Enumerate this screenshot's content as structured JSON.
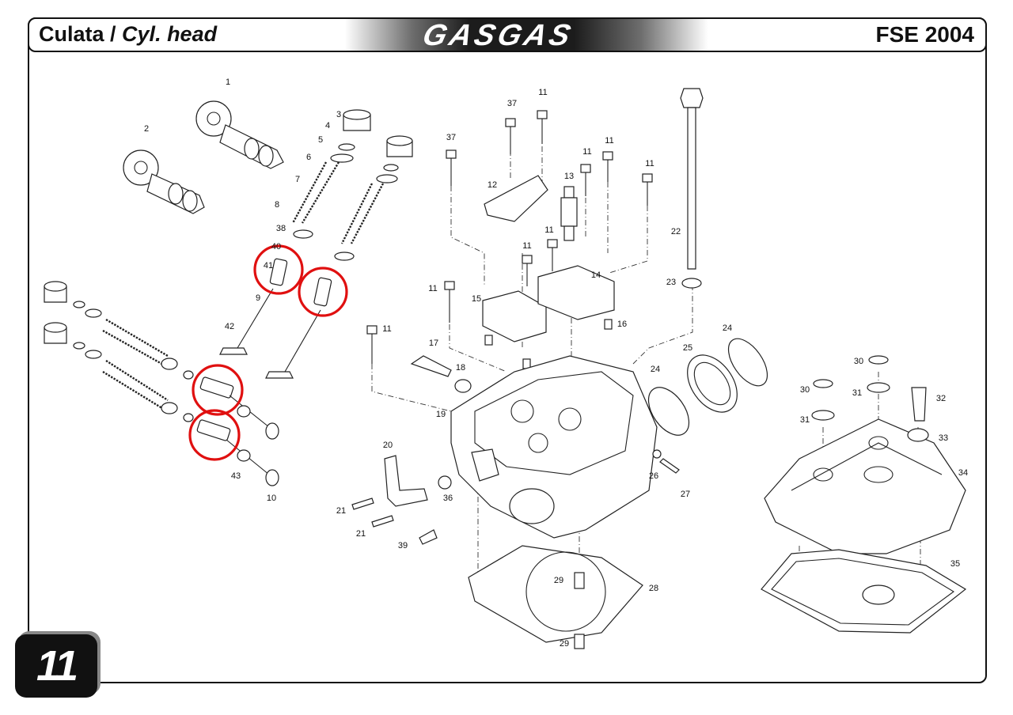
{
  "header": {
    "section_title_es": "Culata /",
    "section_title_en": "Cyl. head",
    "brand": "GASGAS",
    "model": "FSE 2004"
  },
  "page_number": "11",
  "colors": {
    "highlight": "#e01010",
    "frame": "#111111",
    "logo_band": "#1c1c1c"
  },
  "callouts": [
    "1",
    "2",
    "3",
    "4",
    "5",
    "6",
    "7",
    "8",
    "38",
    "40",
    "41",
    "9",
    "42",
    "43",
    "10",
    "37",
    "11",
    "37",
    "11",
    "11",
    "11",
    "11",
    "12",
    "13",
    "11",
    "11",
    "14",
    "15",
    "16",
    "11",
    "11",
    "22",
    "23",
    "24",
    "25",
    "24",
    "17",
    "18",
    "19",
    "20",
    "21",
    "21",
    "36",
    "39",
    "26",
    "27",
    "28",
    "29",
    "29",
    "30",
    "30",
    "31",
    "31",
    "32",
    "33",
    "34",
    "35"
  ]
}
